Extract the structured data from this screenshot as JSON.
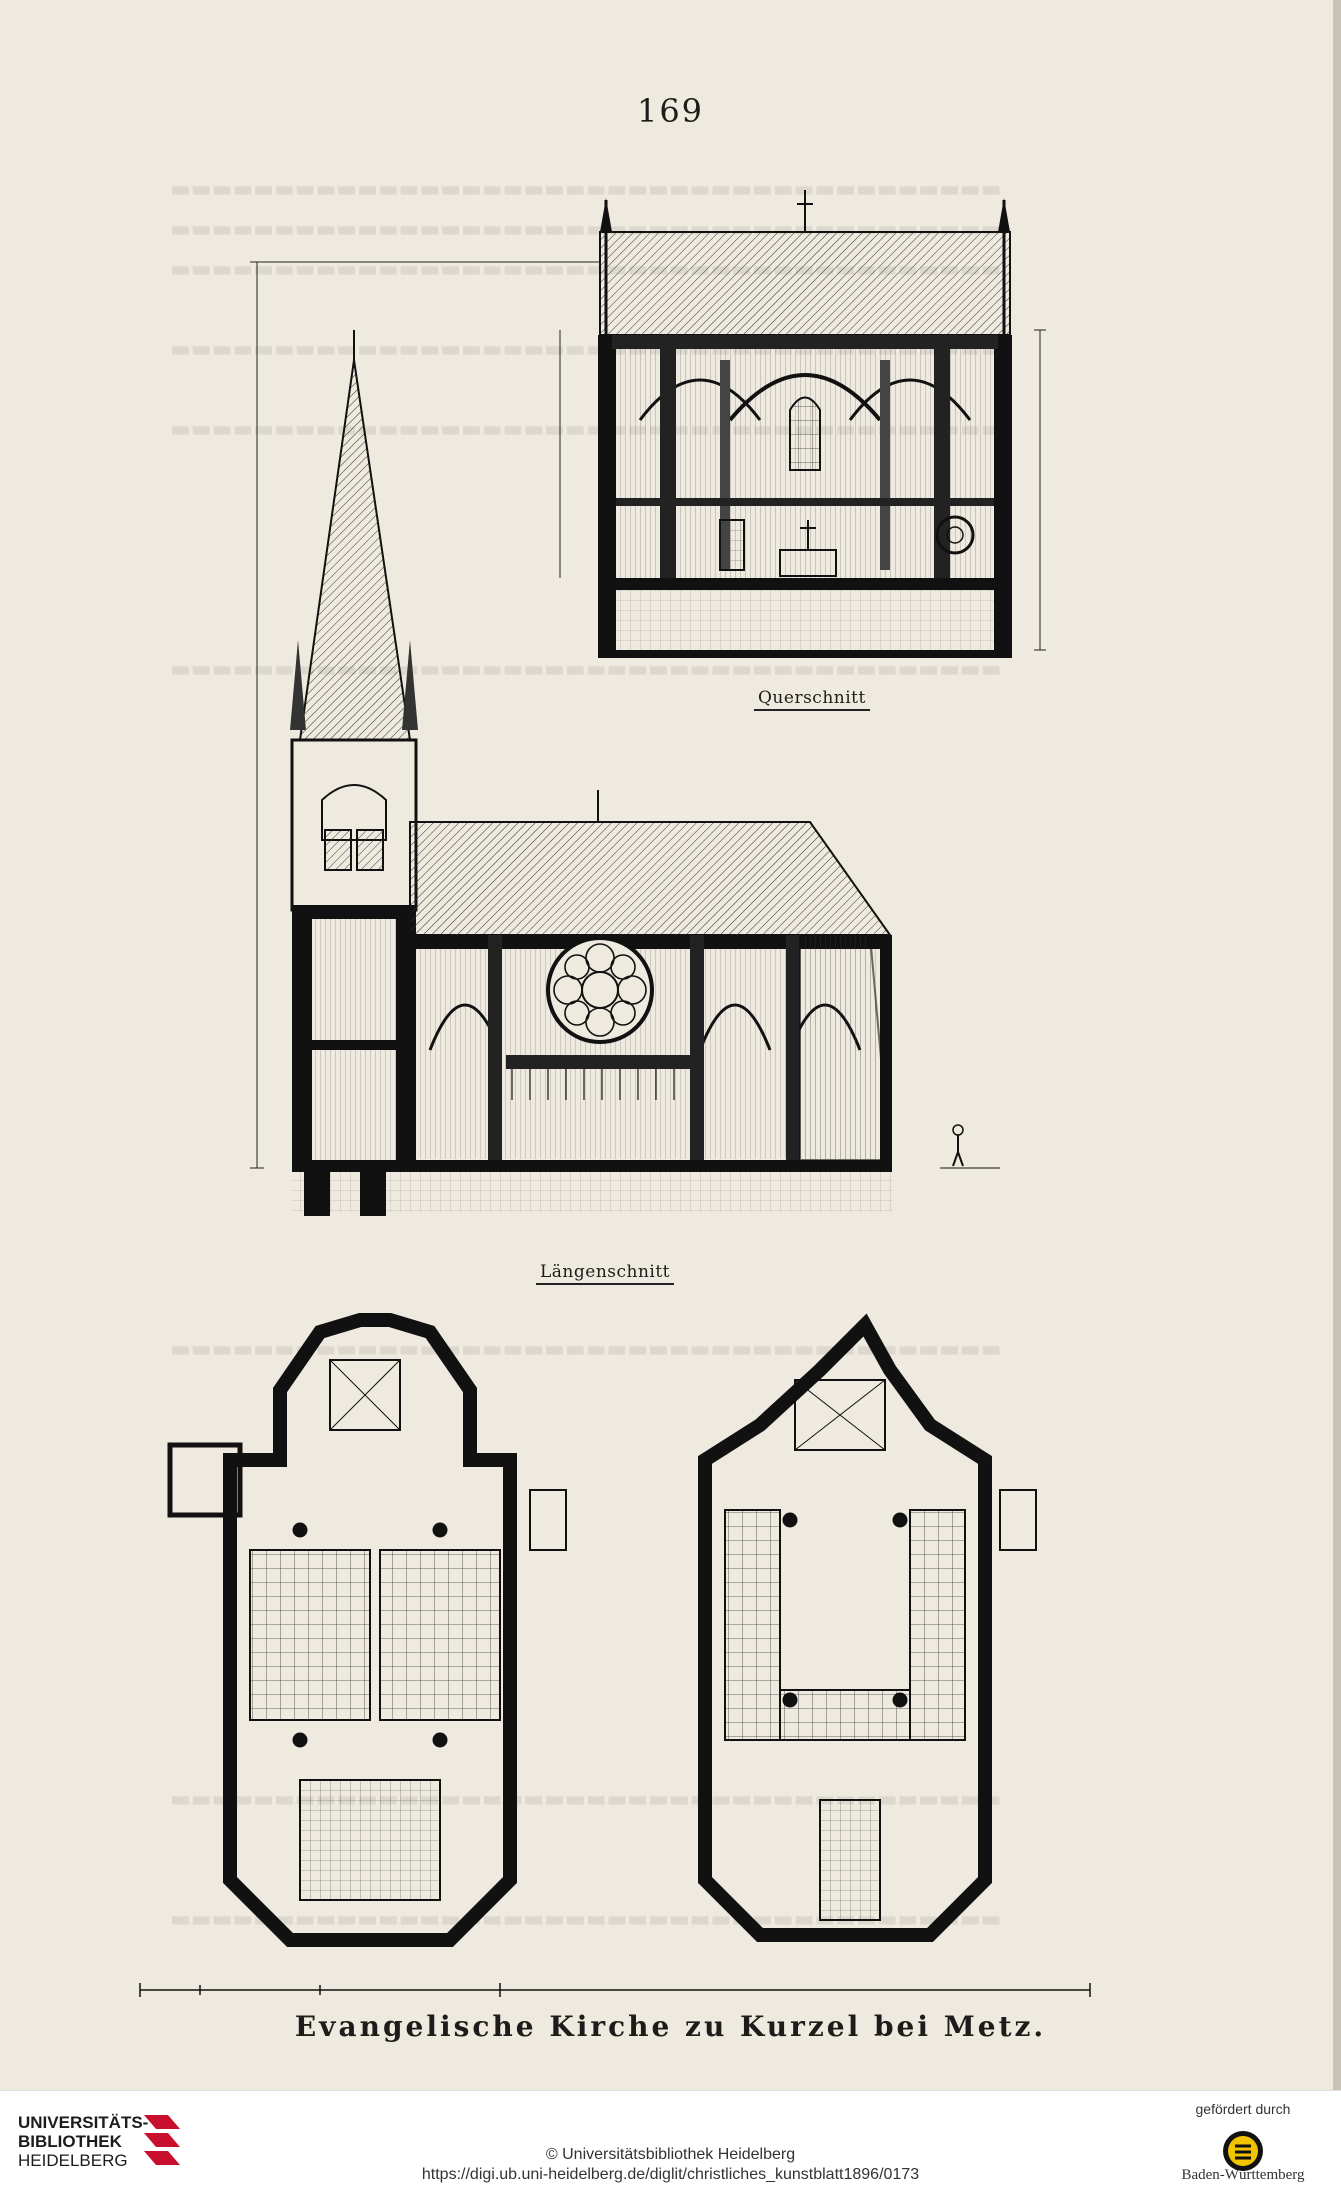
{
  "page": {
    "page_number": "169",
    "labels": {
      "cross_section": "Querschnitt",
      "longitudinal_section": "Längenschnitt"
    },
    "caption": "Evangelische Kirche zu Kurzel bei Metz."
  },
  "footer": {
    "library_line1": "UNIVERSITÄTS-",
    "library_line2": "BIBLIOTHEK",
    "library_line3": "HEIDELBERG",
    "copyright": "© Universitätsbibliothek Heidelberg",
    "url": "https://digi.ub.uni-heidelberg.de/diglit/christliches_kunstblatt1896/0173",
    "funded_by": "gefördert durch",
    "funder": "Baden-Württemberg"
  },
  "colors": {
    "paper": "#efeadf",
    "ink": "#1d1c1a",
    "logo_red": "#c8102e",
    "crest_gold": "#f2c400"
  }
}
